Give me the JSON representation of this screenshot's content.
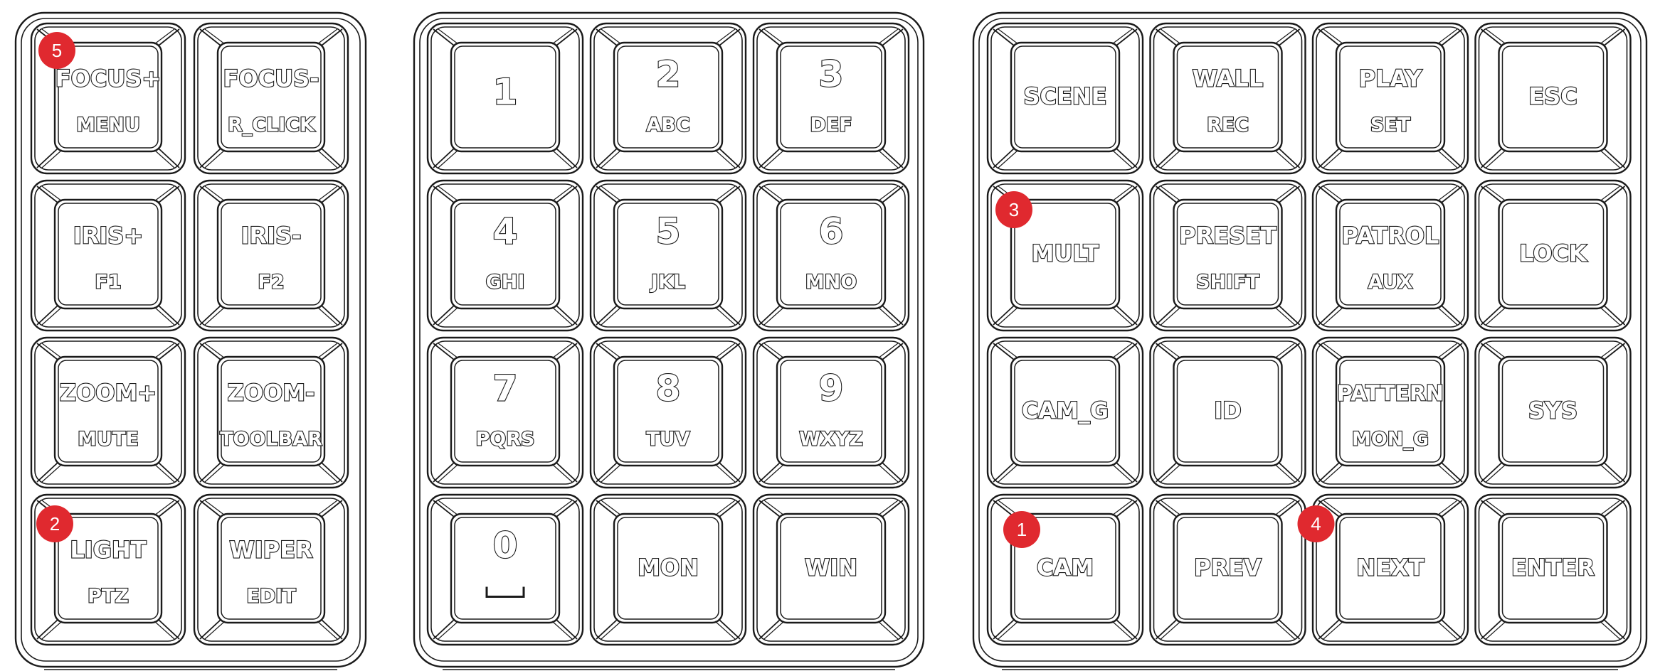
{
  "colors": {
    "outline": "#1a1a1a",
    "background": "#ffffff",
    "badge": "#e0292f",
    "badge_text": "#ffffff"
  },
  "panels": [
    {
      "name": "function-panel",
      "cols": 2,
      "keys": [
        {
          "primary": "FOCUS+",
          "secondary": "MENU"
        },
        {
          "primary": "FOCUS-",
          "secondary": "R_CLICK"
        },
        {
          "primary": "IRIS+",
          "secondary": "F1"
        },
        {
          "primary": "IRIS-",
          "secondary": "F2"
        },
        {
          "primary": "ZOOM+",
          "secondary": "MUTE"
        },
        {
          "primary": "ZOOM-",
          "secondary": "TOOLBAR"
        },
        {
          "primary": "LIGHT",
          "secondary": "PTZ"
        },
        {
          "primary": "WIPER",
          "secondary": "EDIT"
        }
      ]
    },
    {
      "name": "numeric-panel",
      "cols": 3,
      "keys": [
        {
          "primary": "1",
          "secondary": ""
        },
        {
          "primary": "2",
          "secondary": "ABC"
        },
        {
          "primary": "3",
          "secondary": "DEF"
        },
        {
          "primary": "4",
          "secondary": "GHI"
        },
        {
          "primary": "5",
          "secondary": "JKL"
        },
        {
          "primary": "6",
          "secondary": "MNO"
        },
        {
          "primary": "7",
          "secondary": "PQRS"
        },
        {
          "primary": "8",
          "secondary": "TUV"
        },
        {
          "primary": "9",
          "secondary": "WXYZ"
        },
        {
          "primary": "0",
          "secondary": "␣",
          "space_symbol": true
        },
        {
          "primary": "MON",
          "secondary": ""
        },
        {
          "primary": "WIN",
          "secondary": ""
        }
      ]
    },
    {
      "name": "control-panel",
      "cols": 4,
      "keys": [
        {
          "primary": "SCENE",
          "secondary": ""
        },
        {
          "primary": "WALL",
          "secondary": "REC"
        },
        {
          "primary": "PLAY",
          "secondary": "SET"
        },
        {
          "primary": "ESC",
          "secondary": ""
        },
        {
          "primary": "MULT",
          "secondary": ""
        },
        {
          "primary": "PRESET",
          "secondary": "SHIFT"
        },
        {
          "primary": "PATROL",
          "secondary": "AUX"
        },
        {
          "primary": "LOCK",
          "secondary": ""
        },
        {
          "primary": "CAM_G",
          "secondary": ""
        },
        {
          "primary": "ID",
          "secondary": ""
        },
        {
          "primary": "PATTERN",
          "secondary": "MON_G"
        },
        {
          "primary": "SYS",
          "secondary": ""
        },
        {
          "primary": "CAM",
          "secondary": ""
        },
        {
          "primary": "PREV",
          "secondary": ""
        },
        {
          "primary": "NEXT",
          "secondary": ""
        },
        {
          "primary": "ENTER",
          "secondary": ""
        }
      ]
    }
  ],
  "badges": [
    {
      "label": "5",
      "panel": 0,
      "key": 0
    },
    {
      "label": "2",
      "panel": 0,
      "key": 6
    },
    {
      "label": "3",
      "panel": 2,
      "key": 4
    },
    {
      "label": "1",
      "panel": 2,
      "key": 12
    },
    {
      "label": "4",
      "panel": 2,
      "key": 14
    }
  ]
}
